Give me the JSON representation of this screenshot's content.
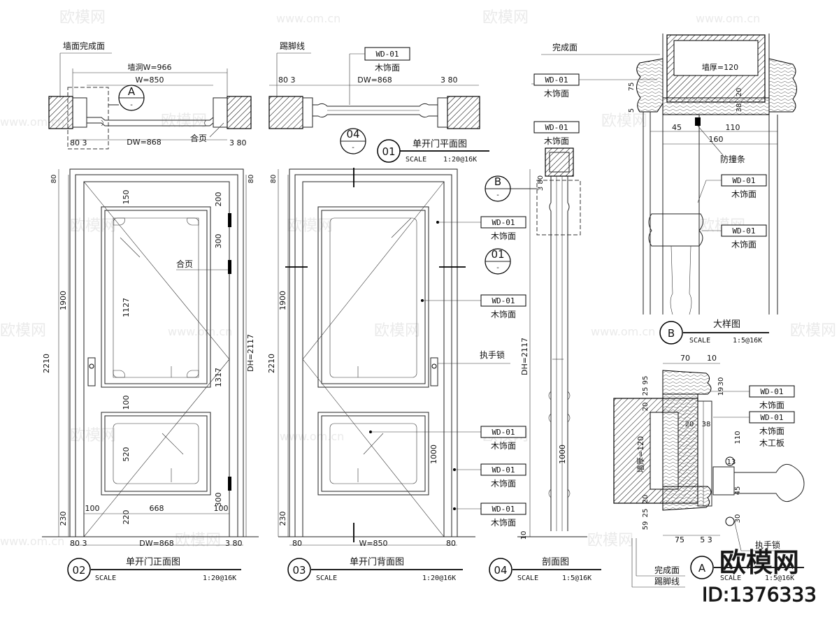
{
  "watermark": {
    "brand": "欧模网",
    "site": "www.om.cn",
    "badge": "欧模网",
    "id": "ID:1376333"
  },
  "material": {
    "code": "WD-01",
    "name": "木饰面",
    "board": "木工板"
  },
  "labels": {
    "wall_finish": "墙面完成面",
    "baseboard": "踢脚线",
    "finish": "完成面",
    "hinge": "合页",
    "lock": "执手锁",
    "bumper": "防撞条",
    "wall_thick": "墙厚=120"
  },
  "views": {
    "plan": {
      "num": "01",
      "title": "单开门平面图",
      "scale_label": "SCALE",
      "scale": "1:20@16K"
    },
    "front": {
      "num": "02",
      "title": "单开门正面图",
      "scale_label": "SCALE",
      "scale": "1:20@16K"
    },
    "back": {
      "num": "03",
      "title": "单开门背面图",
      "scale_label": "SCALE",
      "scale": "1:20@16K"
    },
    "section": {
      "num": "04",
      "title": "剖面图",
      "scale_label": "SCALE",
      "scale": "1:5@16K"
    },
    "detailB": {
      "num": "B",
      "title": "大样图",
      "scale_label": "SCALE",
      "scale": "1:5@16K"
    },
    "detailA": {
      "num": "A",
      "title": "",
      "scale_label": "SCALE",
      "scale": "1:5@16K"
    }
  },
  "markers": {
    "a": "A",
    "b": "B",
    "s04": "04",
    "s01": "01",
    "dash": "-"
  },
  "dims": {
    "wall_hole": "墙洞W=966",
    "w850": "W=850",
    "dw868": "DW=868",
    "d80_3": "80 3",
    "d3_80": "3 80",
    "d80": "80",
    "d3": "3",
    "h2210": "2210",
    "h1900": "1900",
    "dh2117": "DH=2117",
    "d150": "150",
    "d1127": "1127",
    "d100": "100",
    "d520": "520",
    "d230": "230",
    "d220": "220",
    "d668": "668",
    "d200": "200",
    "d300": "300",
    "d1317": "1317",
    "d1000": "1000",
    "d10": "10",
    "d75": "75",
    "d20": "20",
    "d38": "38",
    "d5": "5",
    "d45": "45",
    "d110": "110",
    "d160": "160",
    "d70": "70",
    "d95": "95",
    "d25": "25",
    "d30": "30",
    "d19": "19",
    "d59": "59",
    "d13": "13",
    "d5_3": "5 3"
  }
}
